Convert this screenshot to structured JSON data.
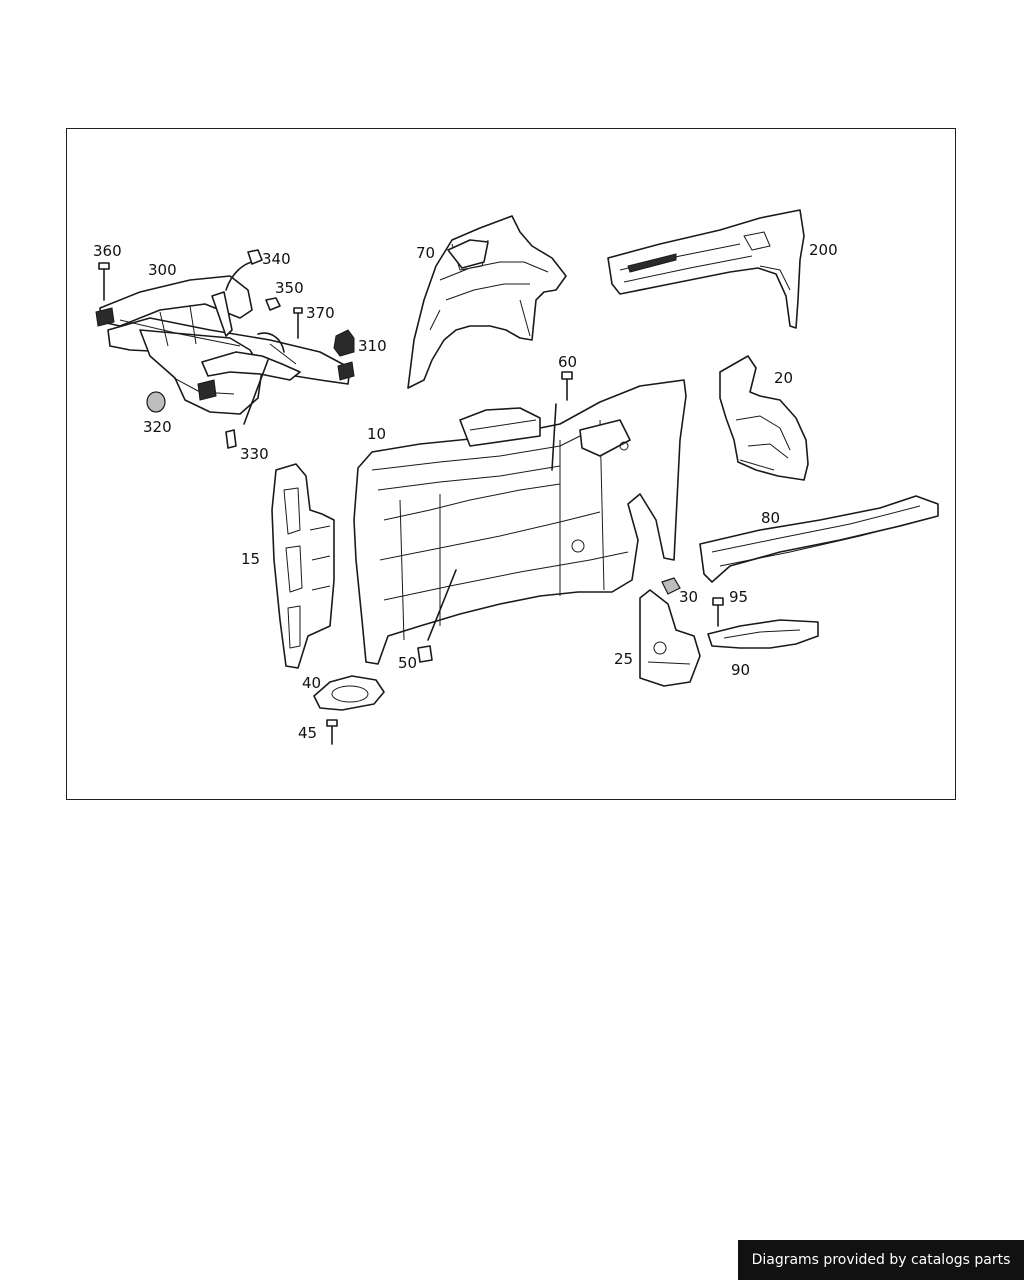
{
  "diagram": {
    "callouts": [
      "360",
      "300",
      "340",
      "350",
      "370",
      "310",
      "320",
      "330",
      "70",
      "200",
      "60",
      "20",
      "10",
      "15",
      "80",
      "30",
      "95",
      "25",
      "90",
      "50",
      "40",
      "45"
    ]
  },
  "footer": {
    "credit": "Diagrams provided by catalogs parts"
  }
}
